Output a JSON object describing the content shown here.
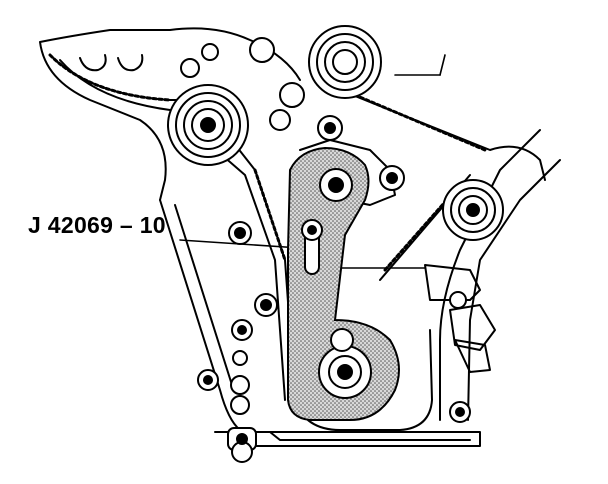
{
  "callout": {
    "tool_label": "J 42069 – 10"
  },
  "colors": {
    "line": "#000000",
    "background": "#ffffff",
    "tool_shading": "#bdbdbd"
  },
  "parts": {
    "tool": "timing-chain-holding-tool",
    "chains": [
      "primary-timing-chain",
      "secondary-timing-chain"
    ],
    "sprockets": [
      "crankshaft-sprocket",
      "intermediate-sprocket",
      "camshaft-sprocket-upper",
      "camshaft-sprocket-right",
      "idler-sprocket"
    ]
  }
}
